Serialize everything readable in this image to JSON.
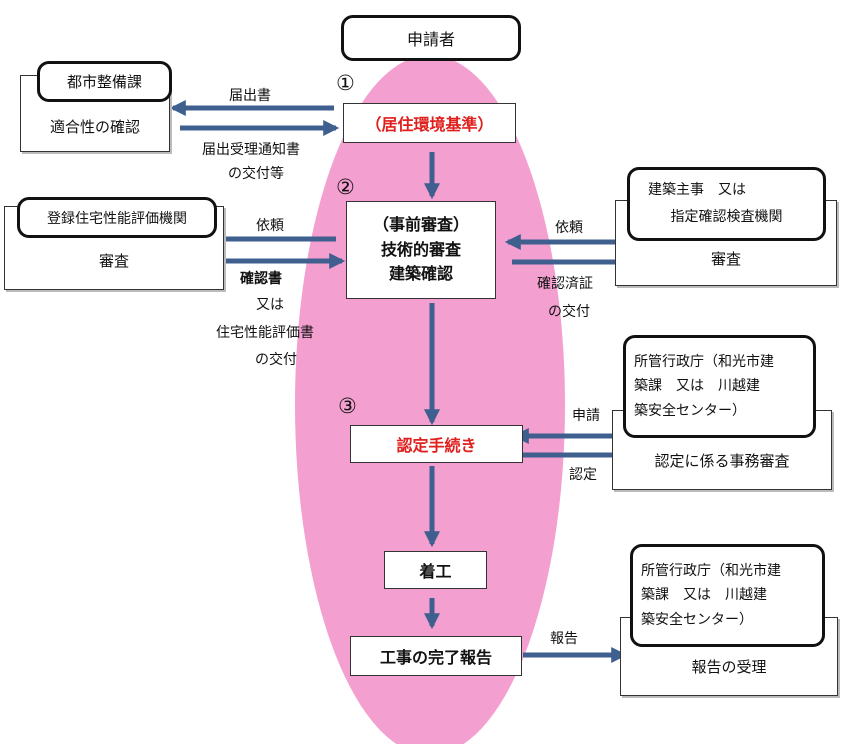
{
  "applicant": "申請者",
  "steps": {
    "s1": "①",
    "s2": "②",
    "s3": "③"
  },
  "residential": "（居住環境基準）",
  "prereview": {
    "line1": "（事前審査）",
    "line2": "技術的審査",
    "line3": "建築確認"
  },
  "certification": "認定手続き",
  "construction": "着工",
  "completion": "工事の完了報告",
  "toshi": {
    "title": "都市整備課",
    "body": "適合性の確認"
  },
  "todokede": "届出書",
  "juri": {
    "line1": "届出受理通知書",
    "line2": "の交付等"
  },
  "hyoka": {
    "title": "登録住宅性能評価機関",
    "body": "審査"
  },
  "irai_left": "依頼",
  "kakunin_left": {
    "line1": "確認書",
    "line2": "又は",
    "line3": "住宅性能評価書",
    "line4": "の交付"
  },
  "kenchiku": {
    "line1": "建築主事　又は",
    "line2": "指定確認検査機関",
    "body": "審査"
  },
  "irai_right": "依頼",
  "kakunin_right": {
    "line1": "確認済証",
    "line2": "の交付"
  },
  "gyosei1": {
    "line1": "所管行政庁（和光市建",
    "line2": "築課　又は　川越建",
    "line3": "築安全センター）",
    "body": "認定に係る事務審査"
  },
  "shinsei": "申請",
  "nintei": "認定",
  "gyosei2": {
    "line1": "所管行政庁（和光市建",
    "line2": "築課　又は　川越建",
    "line3": "築安全センター）",
    "body": "報告の受理"
  },
  "hokoku": "報告",
  "colors": {
    "ellipse": "#f39fd0",
    "arrow": "#3f5f8f",
    "red_text": "#e0201e"
  }
}
